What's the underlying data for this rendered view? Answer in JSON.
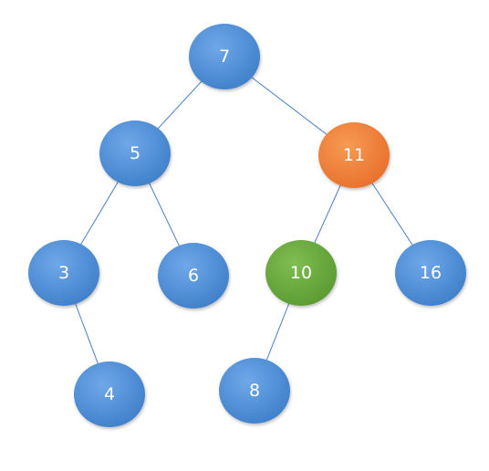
{
  "colors": {
    "default": "#4f8fd6",
    "highlight_orange": "#f07f34",
    "highlight_green": "#6aab3d",
    "edge": "#4a7fc1",
    "label": "#ffffff"
  },
  "nodes": [
    {
      "id": "n7",
      "label": "7",
      "color": "default"
    },
    {
      "id": "n5",
      "label": "5",
      "color": "default"
    },
    {
      "id": "n11",
      "label": "11",
      "color": "highlight_orange"
    },
    {
      "id": "n3",
      "label": "3",
      "color": "default"
    },
    {
      "id": "n6",
      "label": "6",
      "color": "default"
    },
    {
      "id": "n10",
      "label": "10",
      "color": "highlight_green"
    },
    {
      "id": "n16",
      "label": "16",
      "color": "default"
    },
    {
      "id": "n4",
      "label": "4",
      "color": "default"
    },
    {
      "id": "n8",
      "label": "8",
      "color": "default"
    }
  ],
  "edges": [
    {
      "from": "n7",
      "to": "n5"
    },
    {
      "from": "n7",
      "to": "n11"
    },
    {
      "from": "n5",
      "to": "n3"
    },
    {
      "from": "n5",
      "to": "n6"
    },
    {
      "from": "n11",
      "to": "n10"
    },
    {
      "from": "n11",
      "to": "n16"
    },
    {
      "from": "n3",
      "to": "n4"
    },
    {
      "from": "n10",
      "to": "n8"
    }
  ]
}
